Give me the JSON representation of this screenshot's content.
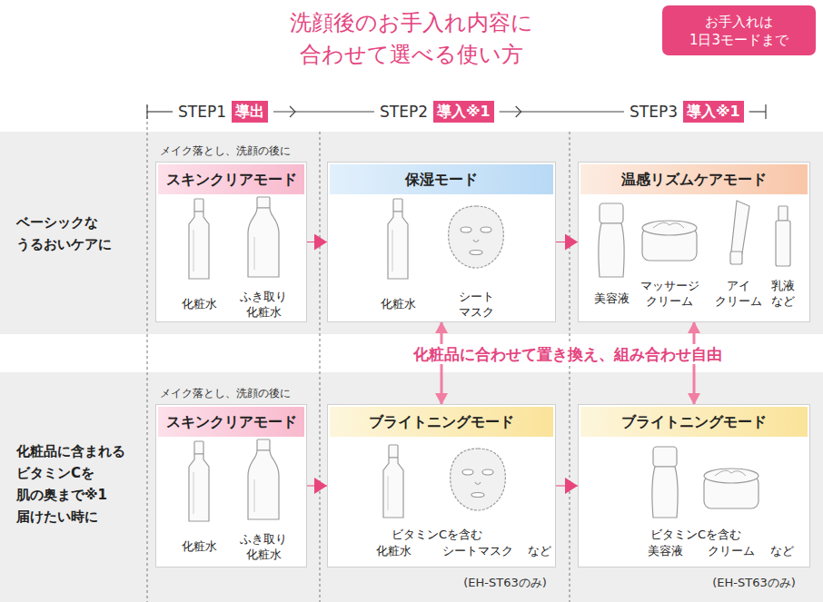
{
  "diagram": {
    "title": "洗顔後のお手入れ内容に 合わせて選べる使い方",
    "nodes": [
      {
        "text": [
          "お手入れは 1日3モードまで"
        ]
      },
      {
        "text": [
          "導出"
        ]
      },
      {
        "text": [
          "導入※1"
        ]
      },
      {
        "text": [
          "導入※1"
        ]
      },
      {
        "text": [
          "ベーシックな うるおいケアに"
        ]
      },
      {
        "text": [
          "メイク落とし、洗顔の後に",
          "スキンクリアモード",
          "化粧水",
          "ふき取り 化粧水"
        ],
        "in": 4
      },
      {
        "text": [
          "保湿モード",
          "化粧水",
          "シート マスク"
        ],
        "in": 4
      },
      {
        "text": [
          "温感リズムケアモード",
          "美容液",
          "マッサージ クリーム",
          "アイ クリーム",
          "乳液 など"
        ],
        "in": 4
      },
      {
        "text": [
          "化粧品に含まれる ビタミンCを 肌の奥まで※1 届けたい時に"
        ]
      },
      {
        "text": [
          "メイク落とし、洗顔の後に",
          "スキンクリアモード",
          "化粧水",
          "ふき取り 化粧水"
        ],
        "in": 8
      },
      {
        "text": [
          "ブライトニングモード",
          "ビタミンCを含む",
          "化粧水",
          "シートマスク",
          "など",
          "(EH-ST63のみ)"
        ],
        "in": 8
      },
      {
        "text": [
          "ブライトニングモード",
          "ビタミンCを含む",
          "美容液",
          "クリーム",
          "など",
          "(EH-ST63のみ)"
        ],
        "in": 8
      }
    ],
    "edges": [
      {
        "from": 5,
        "to": 6,
        "arrow": "to"
      },
      {
        "from": 6,
        "to": 7,
        "arrow": "to"
      },
      {
        "from": 9,
        "to": 10,
        "arrow": "to"
      },
      {
        "from": 10,
        "to": 11,
        "arrow": "to"
      },
      {
        "from": 6,
        "to": 10,
        "arrow": "both"
      },
      {
        "from": 7,
        "to": 11,
        "arrow": "both"
      }
    ],
    "labels": [
      "STEP1",
      "STEP2",
      "STEP3",
      "化粧品に合わせて置き換え、組み合わせ自由"
    ]
  }
}
